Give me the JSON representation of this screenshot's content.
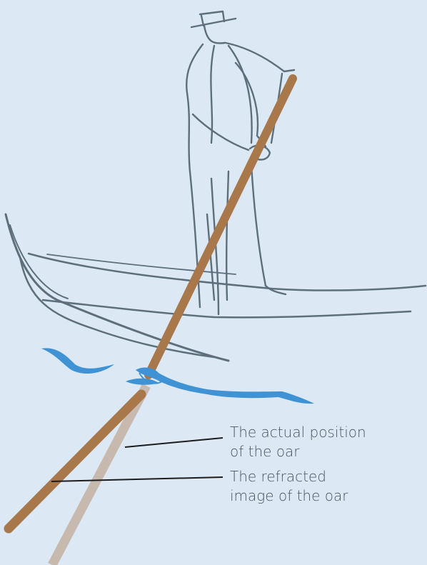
{
  "labels": {
    "actual": {
      "line1": "The actual position",
      "line2": "of the oar"
    },
    "refracted": {
      "line1": "The refracted",
      "line2": "image of the oar"
    }
  },
  "colors": {
    "background": "#dce9f5",
    "figure_outline": "#5e6f7c",
    "oar": "#a8774a",
    "refracted_oar": "#c7b9ad",
    "water": "#3f93d4",
    "leader_line": "#1c1c1c",
    "text": "#4a5560"
  }
}
